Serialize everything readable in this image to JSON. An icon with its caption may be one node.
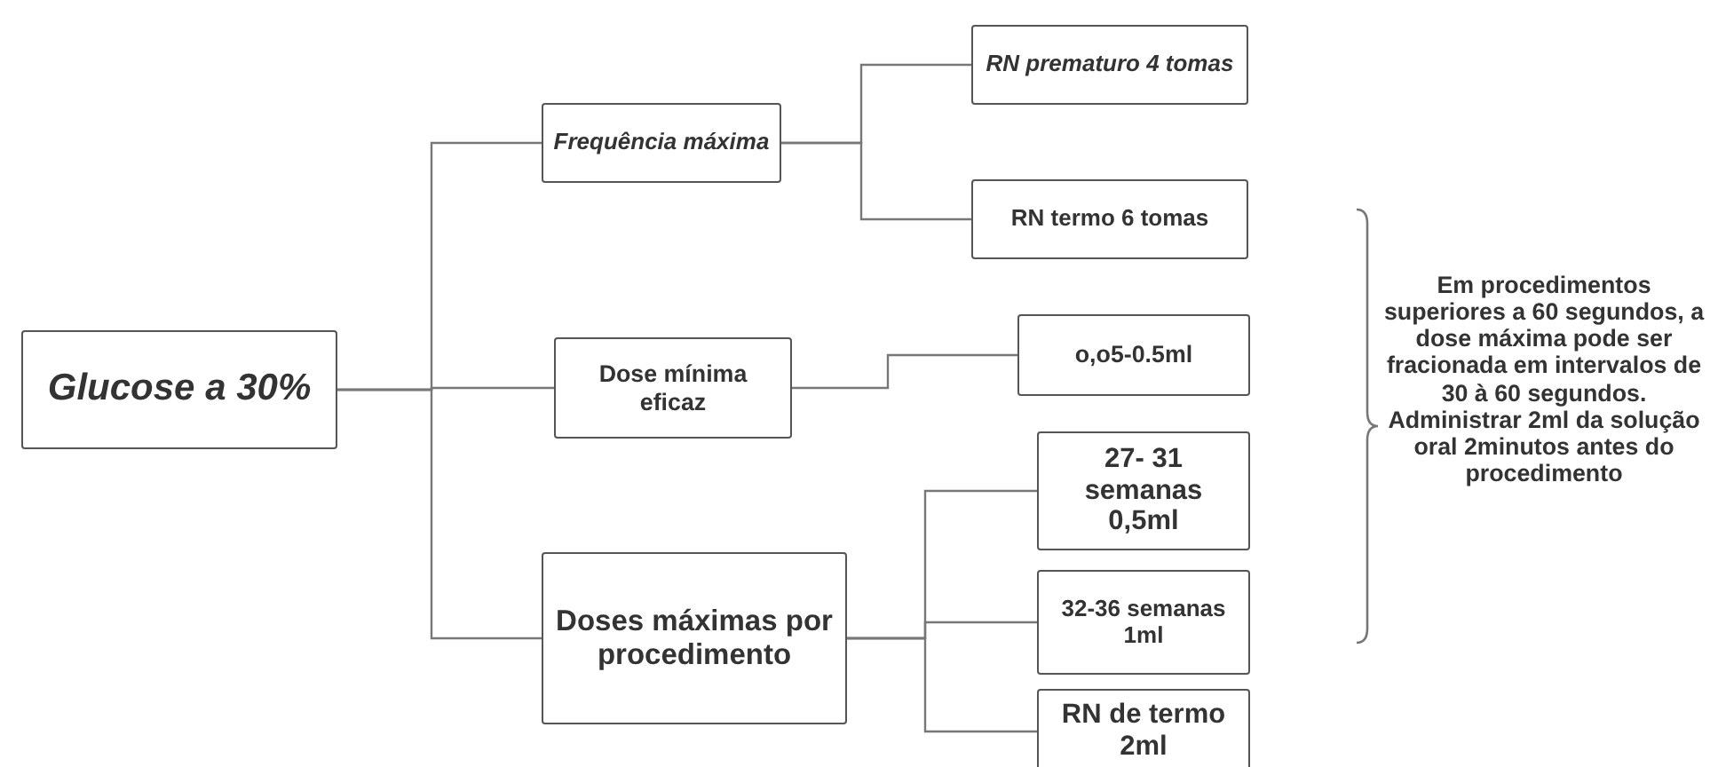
{
  "diagram": {
    "nodes": [
      {
        "text": [
          "Glucose a 30%"
        ]
      },
      {
        "text": [
          "Frequência máxima"
        ]
      },
      {
        "text": [
          "RN prematuro 4 tomas"
        ]
      },
      {
        "text": [
          "RN termo 6 tomas"
        ]
      },
      {
        "text": [
          "Dose mínima eficaz"
        ]
      },
      {
        "text": [
          "o,o5-0.5ml"
        ]
      },
      {
        "text": [
          "Doses máximas por procedimento"
        ]
      },
      {
        "text": [
          "27- 31 semanas 0,5ml"
        ]
      },
      {
        "text": [
          "32-36 semanas 1ml"
        ]
      },
      {
        "text": [
          "RN de termo 2ml"
        ]
      }
    ],
    "edges": [
      {
        "from": 0,
        "to": 1,
        "arrow": "none"
      },
      {
        "from": 0,
        "to": 4,
        "arrow": "none"
      },
      {
        "from": 0,
        "to": 6,
        "arrow": "none"
      },
      {
        "from": 1,
        "to": 2,
        "arrow": "none"
      },
      {
        "from": 1,
        "to": 3,
        "arrow": "none"
      },
      {
        "from": 4,
        "to": 5,
        "arrow": "none"
      },
      {
        "from": 6,
        "to": 7,
        "arrow": "none"
      },
      {
        "from": 6,
        "to": 8,
        "arrow": "none"
      },
      {
        "from": 6,
        "to": 9,
        "arrow": "none"
      }
    ],
    "labels": [
      "Em procedimentos superiores a 60 segundos, a dose máxima pode ser fracionada em intervalos de 30 à 60 segundos. Administrar 2ml da solução oral 2minutos antes do procedimento"
    ]
  }
}
